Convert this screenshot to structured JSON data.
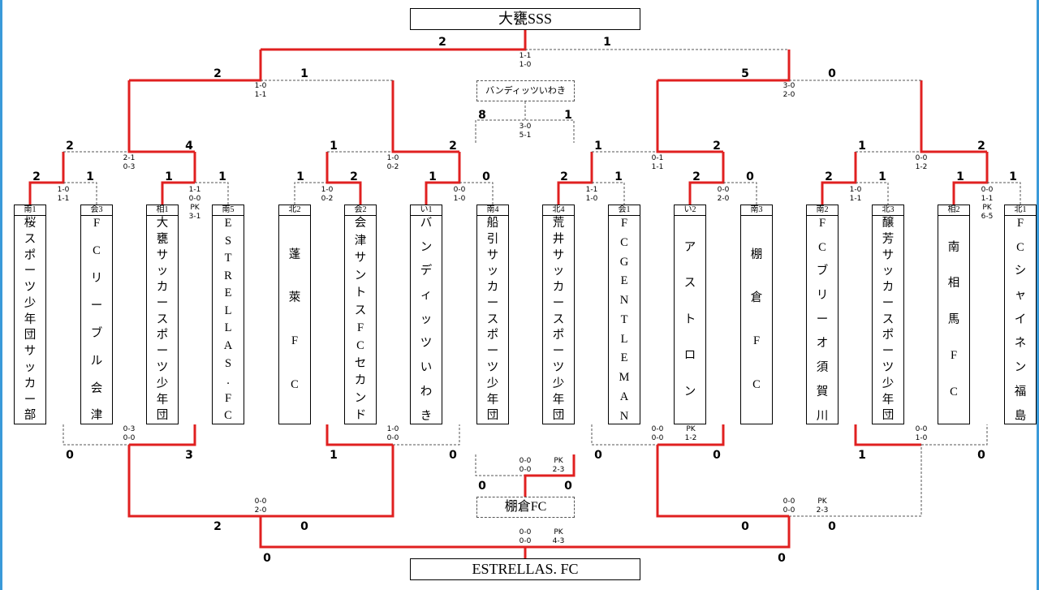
{
  "champion": "大甕SSS",
  "runner_up": "ESTRELLAS. FC",
  "third_place": "棚倉FC",
  "third_candidate": "バンディッツいわき",
  "teams": [
    {
      "label": "南1",
      "name": "桜スポーツ少年団サッカー部"
    },
    {
      "label": "会3",
      "name": "FCリーブル会津"
    },
    {
      "label": "相1",
      "name": "大甕サッカースポーツ少年団"
    },
    {
      "label": "南5",
      "name": "ESTRELLAS.FC"
    },
    {
      "label": "北2",
      "name": "蓬萊FC"
    },
    {
      "label": "会2",
      "name": "会津サントスFCセカンド"
    },
    {
      "label": "い1",
      "name": "バンディッツいわき"
    },
    {
      "label": "南4",
      "name": "船引サッカースポーツ少年団"
    },
    {
      "label": "北4",
      "name": "荒井サッカースポーツ少年団"
    },
    {
      "label": "会1",
      "name": "FCGENTLEMAN"
    },
    {
      "label": "い2",
      "name": "アストロン"
    },
    {
      "label": "南3",
      "name": "棚倉FC"
    },
    {
      "label": "南2",
      "name": "FCブリーオ須賀川"
    },
    {
      "label": "北3",
      "name": "醸芳サッカースポーツ少年団"
    },
    {
      "label": "相2",
      "name": "南相馬FC"
    },
    {
      "label": "北1",
      "name": "FCシャイネン福島"
    }
  ],
  "upper": {
    "r1": [
      {
        "a": "2",
        "b": "1",
        "halves": "1-0\n1-1"
      },
      {
        "a": "1",
        "b": "1",
        "halves": "1-1\n0-0\nPK\n3-1"
      },
      {
        "a": "1",
        "b": "2",
        "halves": "1-0\n0-2"
      },
      {
        "a": "1",
        "b": "0",
        "halves": "0-0\n1-0"
      },
      {
        "a": "2",
        "b": "1",
        "halves": "1-1\n1-0"
      },
      {
        "a": "2",
        "b": "0",
        "halves": "0-0\n2-0"
      },
      {
        "a": "2",
        "b": "1",
        "halves": "1-0\n1-1"
      },
      {
        "a": "1",
        "b": "1",
        "halves": "0-0\n1-1\nPK\n6-5"
      }
    ],
    "r2": [
      {
        "a": "2",
        "b": "4",
        "halves": "2-1\n0-3"
      },
      {
        "a": "1",
        "b": "2",
        "halves": "1-0\n0-2"
      },
      {
        "a": "1",
        "b": "2",
        "halves": "0-1\n1-1"
      },
      {
        "a": "1",
        "b": "2",
        "halves": "0-0\n1-2"
      }
    ],
    "r3": [
      {
        "a": "2",
        "b": "1",
        "halves": "1-0\n1-1"
      },
      {
        "a": "5",
        "b": "0",
        "halves": "3-0\n2-0"
      }
    ],
    "final": {
      "a": "2",
      "b": "1",
      "halves": "1-1\n1-0"
    },
    "third": {
      "a": "8",
      "b": "1",
      "halves": "3-0\n5-1"
    }
  },
  "lower": {
    "r1": [
      {
        "a": "0",
        "b": "3",
        "halves": "0-3\n0-0"
      },
      {
        "a": "1",
        "b": "0",
        "halves": "1-0\n0-0"
      },
      {
        "a": "0",
        "b": "0",
        "halves": "0-0\n0-0",
        "pk": "PK\n1-2"
      },
      {
        "a": "1",
        "b": "0",
        "halves": "0-0\n1-0"
      }
    ],
    "r2": [
      {
        "a": "2",
        "b": "0",
        "halves": "0-0\n2-0"
      },
      {
        "a": "0",
        "b": "0",
        "halves": "0-0\n0-0",
        "pk": "PK\n2-3"
      }
    ],
    "final": {
      "a": "0",
      "b": "0",
      "halves": "0-0\n0-0",
      "pk": "PK\n4-3"
    },
    "third": {
      "a": "0",
      "b": "0",
      "halves": "0-0\n0-0",
      "pk": "PK\n2-3"
    }
  }
}
